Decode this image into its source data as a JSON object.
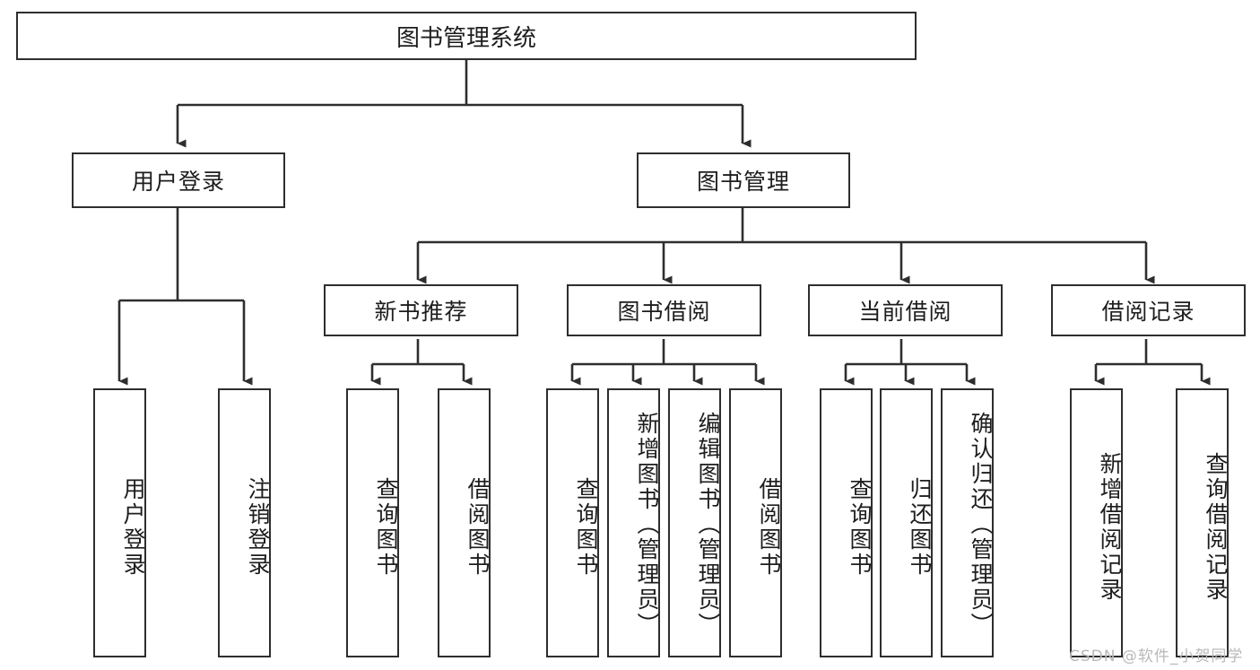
{
  "diagram": {
    "type": "tree-hierarchy",
    "title": "图书管理系统",
    "orientation": "top-down",
    "root": {
      "label": "图书管理系统",
      "level": 1
    },
    "level2": [
      {
        "label": "用户登录"
      },
      {
        "label": "图书管理"
      }
    ],
    "level3": [
      {
        "label": "新书推荐",
        "parent": "图书管理"
      },
      {
        "label": "图书借阅",
        "parent": "图书管理"
      },
      {
        "label": "当前借阅",
        "parent": "图书管理"
      },
      {
        "label": "借阅记录",
        "parent": "图书管理"
      }
    ],
    "leaves": {
      "user_login": [
        {
          "label": "用户登录"
        },
        {
          "label": "注销登录"
        }
      ],
      "new_book": [
        {
          "label": "查询图书"
        },
        {
          "label": "借阅图书"
        }
      ],
      "book_borrow": [
        {
          "label": "查询图书"
        },
        {
          "label": "新增图书（管理员）"
        },
        {
          "label": "编辑图书（管理员）"
        },
        {
          "label": "借阅图书"
        }
      ],
      "current_borrow": [
        {
          "label": "查询图书"
        },
        {
          "label": "归还图书"
        },
        {
          "label": "确认归还（管理员）"
        }
      ],
      "borrow_record": [
        {
          "label": "新增借阅记录"
        },
        {
          "label": "查询借阅记录"
        }
      ]
    },
    "watermark": "CSDN @软件_小贺同学",
    "colors": {
      "border": "#2e2e2e",
      "text": "#1d1d1d",
      "background": "#ffffff",
      "watermark": "#b9b9b9"
    }
  }
}
